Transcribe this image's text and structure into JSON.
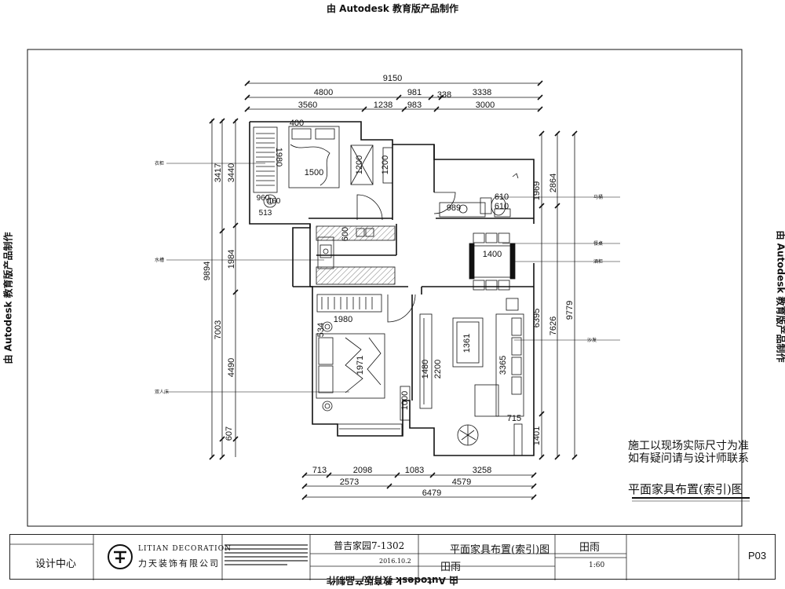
{
  "watermark": "由 Autodesk 教育版产品制作",
  "dimensions": {
    "top_total": "9150",
    "top_row2": [
      "4800",
      "981",
      "338",
      "3338"
    ],
    "top_row3": [
      "3560",
      "1238",
      "983",
      "3000"
    ],
    "left_outer": "9894",
    "left_mid": [
      "3417",
      "7003",
      "607"
    ],
    "left_inner": [
      "3440",
      "1984",
      "4490"
    ],
    "right_outer": "9779",
    "right_mid": [
      "2864",
      "7626"
    ],
    "right_inner": [
      "1969",
      "6395",
      "1401"
    ],
    "bottom_row1": [
      "713",
      "2098",
      "1083",
      "3258"
    ],
    "bottom_row2": [
      "2573",
      "4579"
    ],
    "bottom_total": "6479"
  },
  "interior_labels": {
    "wardrobe_top": "400",
    "wardrobe_len": "1980",
    "bed_top": "1500",
    "cab_a": "1200",
    "cab_b": "1200",
    "side_a": "960",
    "side_b": "460",
    "side_c": "513",
    "kitchen": "600",
    "bath_a": "989",
    "bath_b": "610",
    "bath_c": "610",
    "dining": "1400",
    "wardrobe_bottom": "1980",
    "bed_gap": "534",
    "bed_len": "1971",
    "desk": "1000",
    "tv_cab": "1480",
    "tv_wall": "2200",
    "rug": "1361",
    "sofa": "3365",
    "sofa_end": "715"
  },
  "callouts": {
    "wardrobe": "衣柜",
    "sink": "水槽",
    "double_bed": "双人床",
    "toilet": "马桶",
    "dining_table": "餐桌",
    "wine_cabinet": "酒柜",
    "sofa": "沙发"
  },
  "notes": {
    "line1": "施工以现场实际尺寸为准",
    "line2": "如有疑问请与设计师联系",
    "drawing_title": "平面家具布置(索引)图"
  },
  "title_block": {
    "design_center": "设计中心",
    "company_en": "LITIAN DECORATION",
    "company_cn": "力天装饰有限公司",
    "project": "普吉家园7-1302",
    "drawing_name": "平面家具布置(索引)图",
    "designer": "田雨",
    "drawer": "田雨",
    "date": "2016.10.2",
    "scale": "1:60",
    "sheet_no": "P03"
  }
}
